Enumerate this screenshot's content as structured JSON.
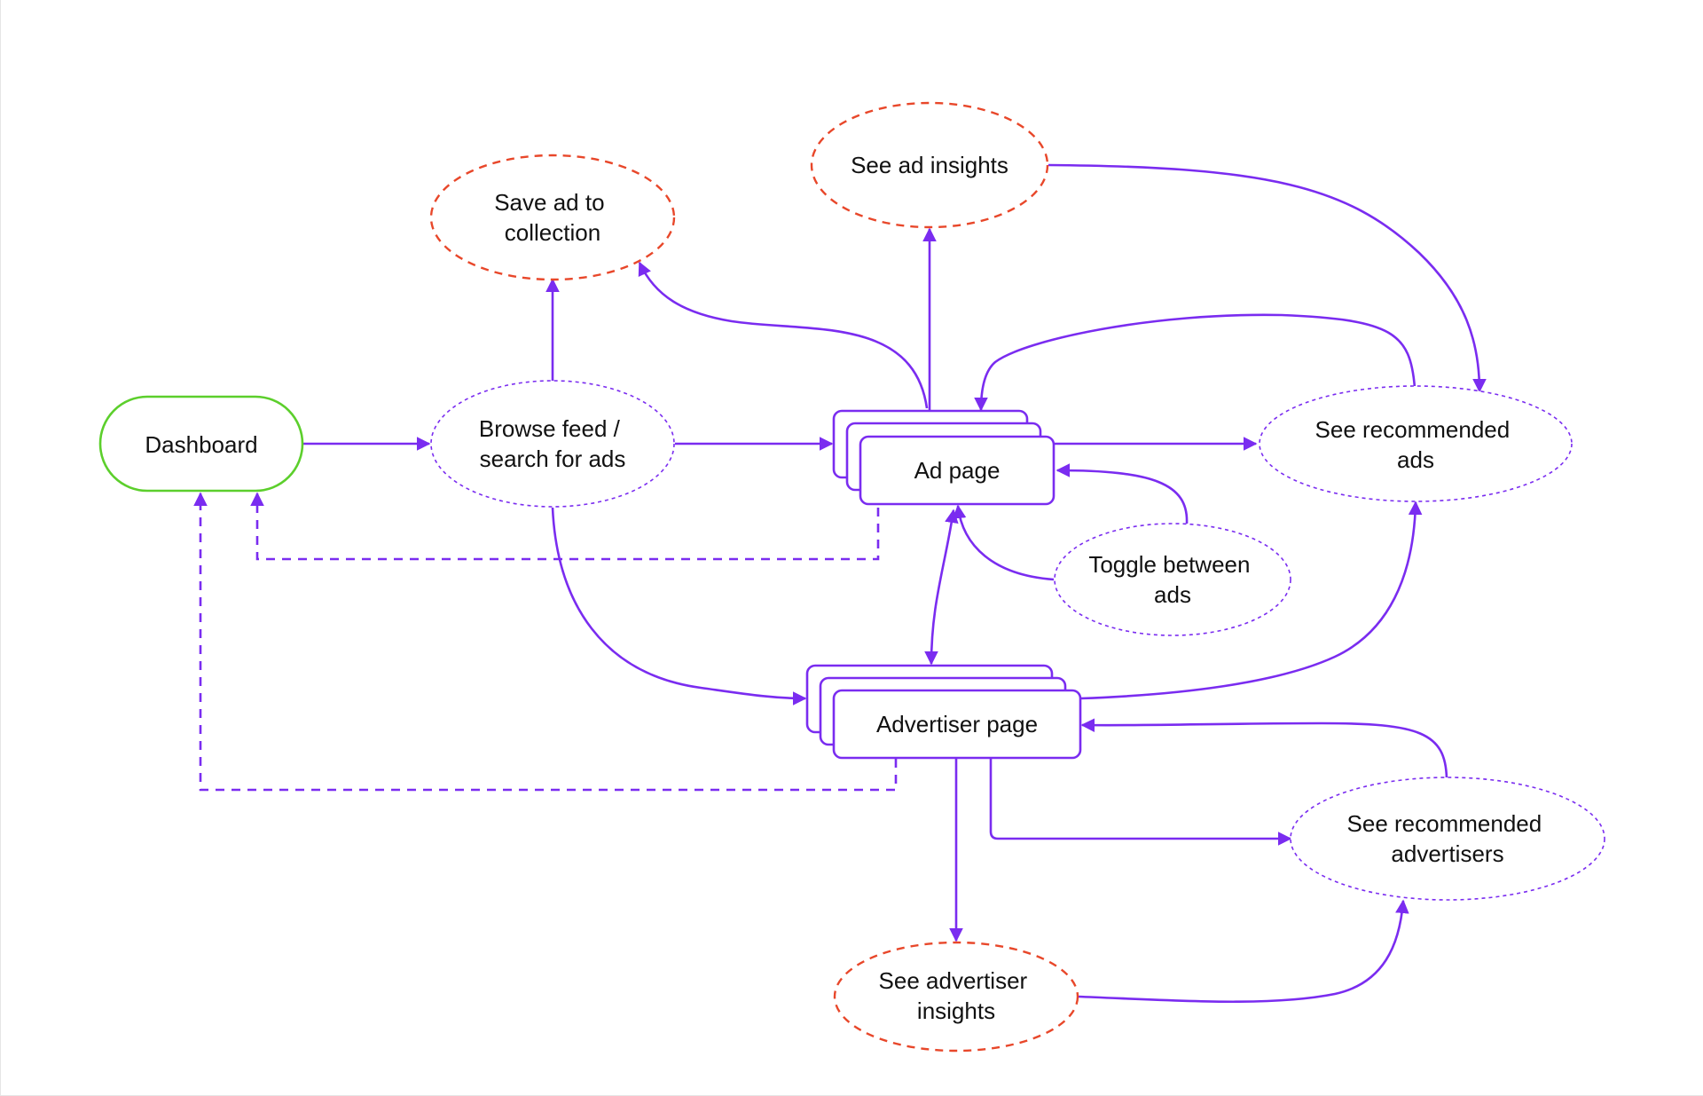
{
  "colors": {
    "flow": "#7a2cf0",
    "start": "#5ccf2c",
    "feature": "#e8472a",
    "background": "#ffffff"
  },
  "nodes": {
    "dashboard": {
      "label": "Dashboard",
      "kind": "start"
    },
    "browse": {
      "lines": [
        "Browse feed /",
        "search for ads"
      ],
      "kind": "page-state"
    },
    "save_ad": {
      "lines": [
        "Save ad to",
        "collection"
      ],
      "kind": "feature"
    },
    "ad_insights": {
      "label": "See ad insights",
      "kind": "feature"
    },
    "ad_page": {
      "label": "Ad page",
      "kind": "stacked-page"
    },
    "rec_ads": {
      "lines": [
        "See recommended",
        "ads"
      ],
      "kind": "page-state"
    },
    "toggle": {
      "lines": [
        "Toggle between",
        "ads"
      ],
      "kind": "page-state"
    },
    "advertiser_page": {
      "label": "Advertiser page",
      "kind": "stacked-page"
    },
    "rec_advertisers": {
      "lines": [
        "See recommended",
        "advertisers"
      ],
      "kind": "page-state"
    },
    "advertiser_insights": {
      "lines": [
        "See advertiser",
        "insights"
      ],
      "kind": "feature"
    }
  },
  "edges": [
    {
      "from": "dashboard",
      "to": "browse",
      "style": "solid"
    },
    {
      "from": "browse",
      "to": "ad_page",
      "style": "solid"
    },
    {
      "from": "browse",
      "to": "save_ad",
      "style": "solid"
    },
    {
      "from": "browse",
      "to": "advertiser_page",
      "style": "solid"
    },
    {
      "from": "ad_page",
      "to": "save_ad",
      "style": "solid"
    },
    {
      "from": "ad_page",
      "to": "ad_insights",
      "style": "solid"
    },
    {
      "from": "ad_page",
      "to": "rec_ads",
      "style": "solid"
    },
    {
      "from": "ad_insights",
      "to": "rec_ads",
      "style": "solid"
    },
    {
      "from": "rec_ads",
      "to": "ad_page",
      "style": "solid"
    },
    {
      "from": "toggle",
      "to": "ad_page",
      "style": "solid"
    },
    {
      "from": "ad_page",
      "to": "advertiser_page",
      "style": "solid",
      "bidirectional": true
    },
    {
      "from": "ad_page",
      "to": "dashboard",
      "style": "dashed"
    },
    {
      "from": "advertiser_page",
      "to": "dashboard",
      "style": "dashed"
    },
    {
      "from": "advertiser_page",
      "to": "rec_ads",
      "style": "solid"
    },
    {
      "from": "advertiser_page",
      "to": "rec_advertisers",
      "style": "solid"
    },
    {
      "from": "advertiser_page",
      "to": "advertiser_insights",
      "style": "solid"
    },
    {
      "from": "rec_advertisers",
      "to": "advertiser_page",
      "style": "solid"
    },
    {
      "from": "advertiser_insights",
      "to": "rec_advertisers",
      "style": "solid"
    }
  ]
}
